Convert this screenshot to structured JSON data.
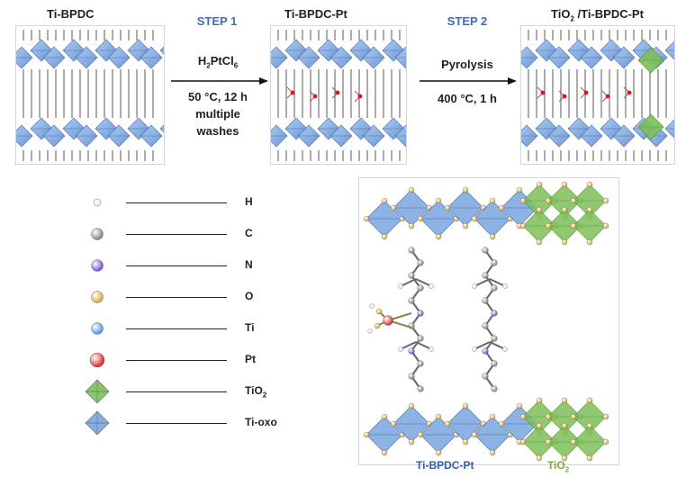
{
  "top_panels": [
    {
      "label": "Ti-BPDC"
    },
    {
      "label": "Ti-BPDC-Pt"
    },
    {
      "label": "TiO",
      "label_sub": "2",
      "label_rest": " /Ti-BPDC-Pt"
    }
  ],
  "step1": {
    "title": "STEP 1",
    "reagent": "H",
    "reagent_sub1": "2",
    "reagent_mid": "PtCl",
    "reagent_sub2": "6",
    "line1": "50 °C, 12 h",
    "line2": "multiple",
    "line3": "washes"
  },
  "step2": {
    "title": "STEP 2",
    "line1": "Pyrolysis",
    "line2": "400 °C, 1 h"
  },
  "legend": [
    {
      "label": "H",
      "color": "#e6e6ec",
      "shape": "sphere"
    },
    {
      "label": "C",
      "color": "#7a7a7a",
      "shape": "sphere"
    },
    {
      "label": "N",
      "color": "#6a3fc8",
      "shape": "sphere"
    },
    {
      "label": "O",
      "color": "#d9a12a",
      "shape": "sphere"
    },
    {
      "label": "Ti",
      "color": "#3a8de0",
      "shape": "sphere"
    },
    {
      "label": "Pt",
      "color": "#d41a1a",
      "shape": "sphere"
    },
    {
      "label": "TiO",
      "label_sub": "2",
      "color": "#7dc05a",
      "shape": "octahedron"
    },
    {
      "label": "Ti-oxo",
      "color": "#79a6e0",
      "shape": "octahedron"
    }
  ],
  "bottom_captions": {
    "left": "Ti-BPDC-Pt",
    "right": "TiO",
    "right_sub": "2"
  },
  "colors": {
    "step_blue": "#3a6fb8",
    "tioxo_blue": "#79a6e0",
    "tio2_green": "#7dc05a",
    "pt_red": "#d41a1a",
    "oxygen": "#d9a12a"
  }
}
